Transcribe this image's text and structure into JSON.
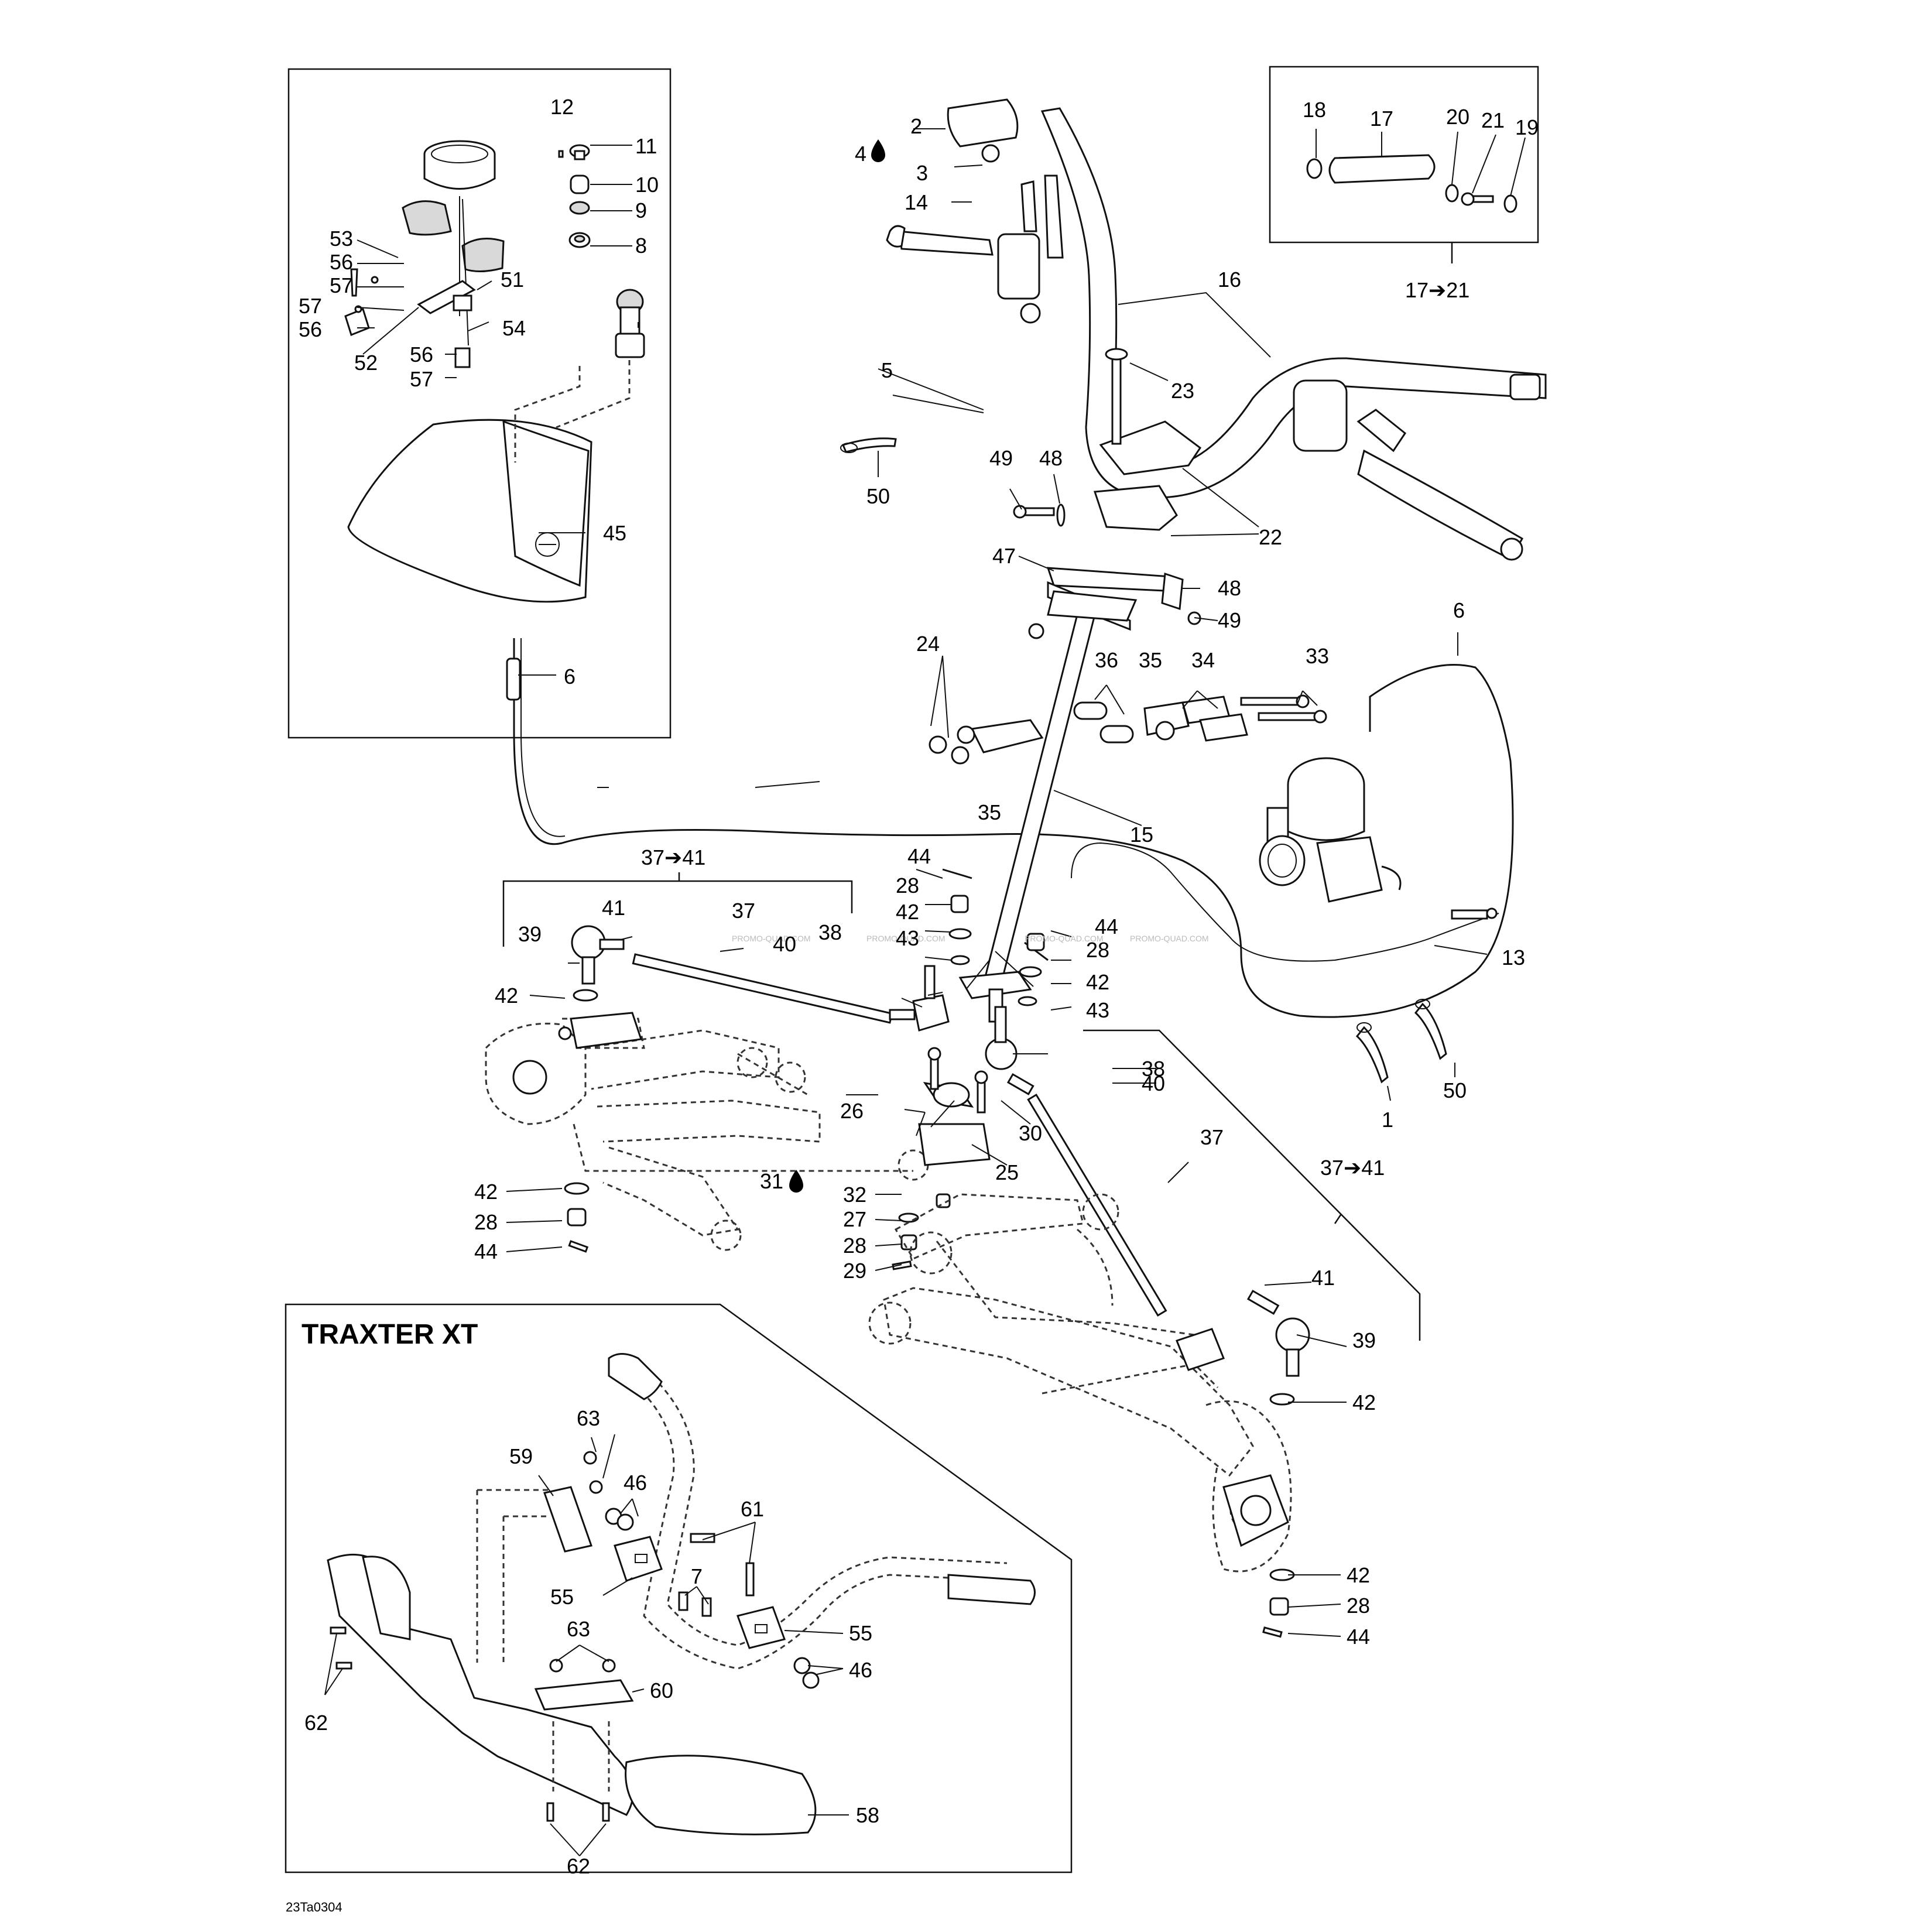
{
  "diagram_code": "23Ta0304",
  "inset_title": "TRAXTER XT",
  "watermark": "PROMO-QUAD.COM",
  "callouts": [
    "1",
    "2",
    "3",
    "4",
    "5",
    "6",
    "7",
    "8",
    "9",
    "10",
    "11",
    "12",
    "13",
    "14",
    "15",
    "16",
    "17",
    "18",
    "19",
    "20",
    "21",
    "22",
    "23",
    "24",
    "25",
    "26",
    "27",
    "28",
    "29",
    "30",
    "31",
    "32",
    "33",
    "34",
    "35",
    "36",
    "37",
    "38",
    "39",
    "40",
    "41",
    "42",
    "43",
    "44",
    "45",
    "46",
    "47",
    "48",
    "49",
    "50",
    "51",
    "52",
    "53",
    "54",
    "55",
    "56",
    "57",
    "58",
    "59",
    "60",
    "61",
    "62",
    "63"
  ],
  "group_labels": {
    "grip_kit": "17➔21",
    "tie_rod_left": "37➔41",
    "tie_rod_right": "37➔41"
  }
}
